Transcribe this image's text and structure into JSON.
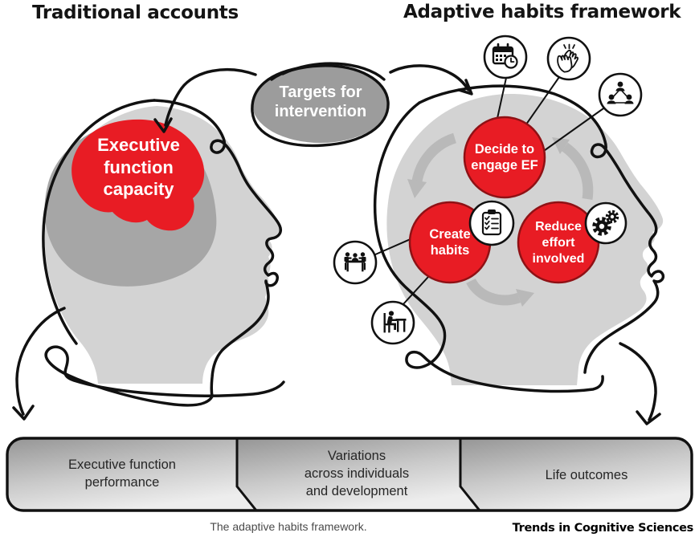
{
  "titles": {
    "left": "Traditional accounts",
    "right": "Adaptive habits framework"
  },
  "bubble": {
    "label": "Targets for\nintervention"
  },
  "left_head": {
    "region_label": "Executive\nfunction\ncapacity"
  },
  "cycle": {
    "decide": "Decide to\nengage EF",
    "create": "Create\nhabits",
    "reduce": "Reduce\neffort\ninvolved"
  },
  "icon_names": [
    "calendar-clock-icon",
    "clapping-hands-icon",
    "people-network-icon",
    "checklist-icon",
    "gears-icon",
    "people-at-table-icon",
    "person-at-desk-icon"
  ],
  "banner": {
    "segments": [
      {
        "label": "Executive function\nperformance"
      },
      {
        "label": "Variations\nacross individuals\nand development"
      },
      {
        "label": "Life outcomes"
      }
    ]
  },
  "caption": "The adaptive habits framework.",
  "journal": "Trends in Cognitive Sciences",
  "colors": {
    "red": "#e81c24",
    "red_stroke": "#8f1115",
    "head_gray": "#d3d3d3",
    "brain_gray": "#a6a6a6",
    "bubble_gray": "#9c9c9c",
    "cycle_arrow_gray": "#b9b9b9",
    "ink": "#111111"
  }
}
